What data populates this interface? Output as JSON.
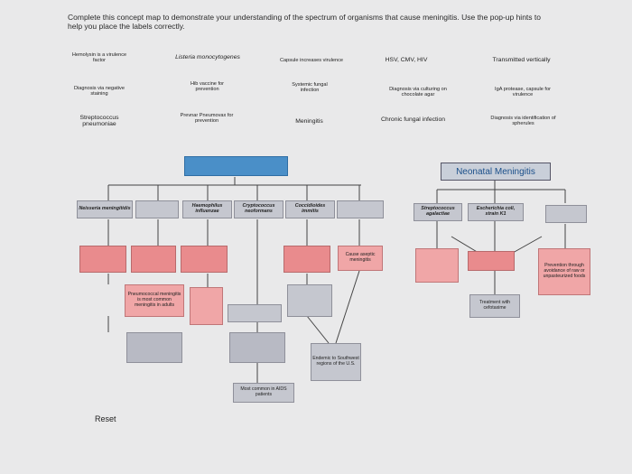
{
  "instructions": "Complete this concept map to demonstrate your understanding of the spectrum of organisms that cause meningitis. Use the pop-up hints to help you place the labels correctly.",
  "labels": {
    "hemolysin": "Hemolysin is a virulence factor",
    "listeria": "Listeria monocytogenes",
    "capsule_increases": "Capsule increases virulence",
    "hsv": "HSV, CMV, HIV",
    "transmitted": "Transmitted vertically",
    "gram_negative": "Diagnosis via negative staining",
    "hib": "Hib vaccine for prevention",
    "systemic": "Systemic fungal infection",
    "chocolate": "Diagnosis via culturing on chocolate agar",
    "iga": "IgA protease, capsule for virulence",
    "strep_pneumo": "Streptococcus pneumoniae",
    "prevnar": "Prevnar Pneumovax for prevention",
    "meningitis": "Meningitis",
    "chronic": "Chronic fungal infection",
    "spherules": "Diagnosis via identification of spherules"
  },
  "neonatal_title": "Neonatal Meningitis",
  "placed": {
    "neisseria": "Neisseria meningitidis",
    "haemophilus": "Haemophilus influenzae",
    "cryptococcus": "Cryptococcus neoformans",
    "coccidioides": "Coccidioides immitis",
    "strep_agalactiae": "Streptococcus agalactiae",
    "ecoli": "Escherichia coli, strain K1",
    "cause_aseptic": "Cause aseptic meningitis",
    "pneumococcal": "Pneumococcal meningitis is most common meningitis in adults",
    "endemic": "Endemic to Southwest regions of the U.S.",
    "aids": "Most common in AIDS patients",
    "prevention_food": "Prevention through avoidance of raw or unpasteurized foods",
    "treatment": "Treatment with cefotaxime"
  },
  "reset_label": "Reset"
}
